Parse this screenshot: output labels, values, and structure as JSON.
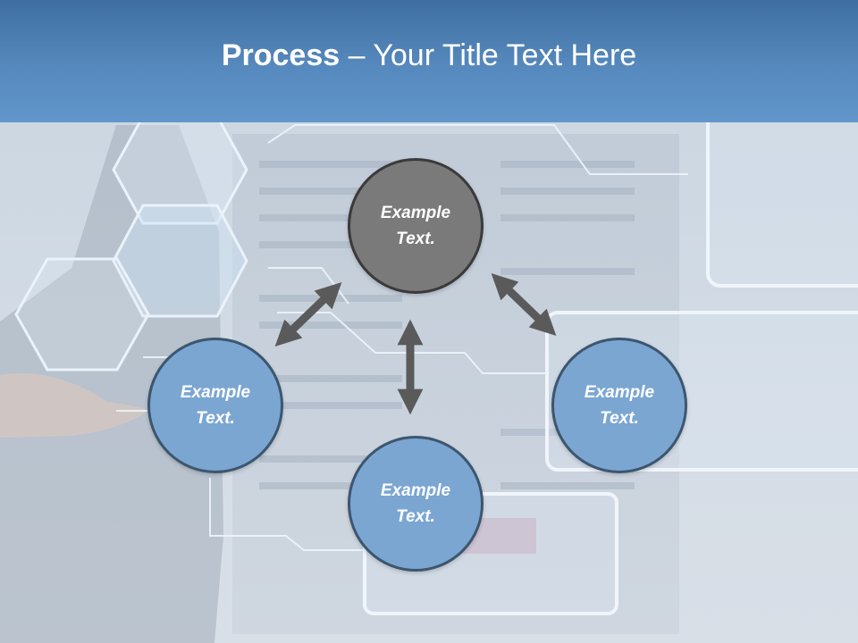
{
  "title": {
    "strong": "Process",
    "rest": " – Your Title Text Here"
  },
  "nodes": [
    {
      "id": "top",
      "label": "Example Text.",
      "fill": "#7a7a7a"
    },
    {
      "id": "left",
      "label": "Example Text.",
      "fill": "#7ba6d2"
    },
    {
      "id": "bottom",
      "label": "Example Text.",
      "fill": "#7ba6d2"
    },
    {
      "id": "right",
      "label": "Example Text.",
      "fill": "#7ba6d2"
    }
  ],
  "colors": {
    "title_bar": "#5689bd",
    "arrow": "#5a5a5a",
    "circle_border": "#3c566f"
  }
}
